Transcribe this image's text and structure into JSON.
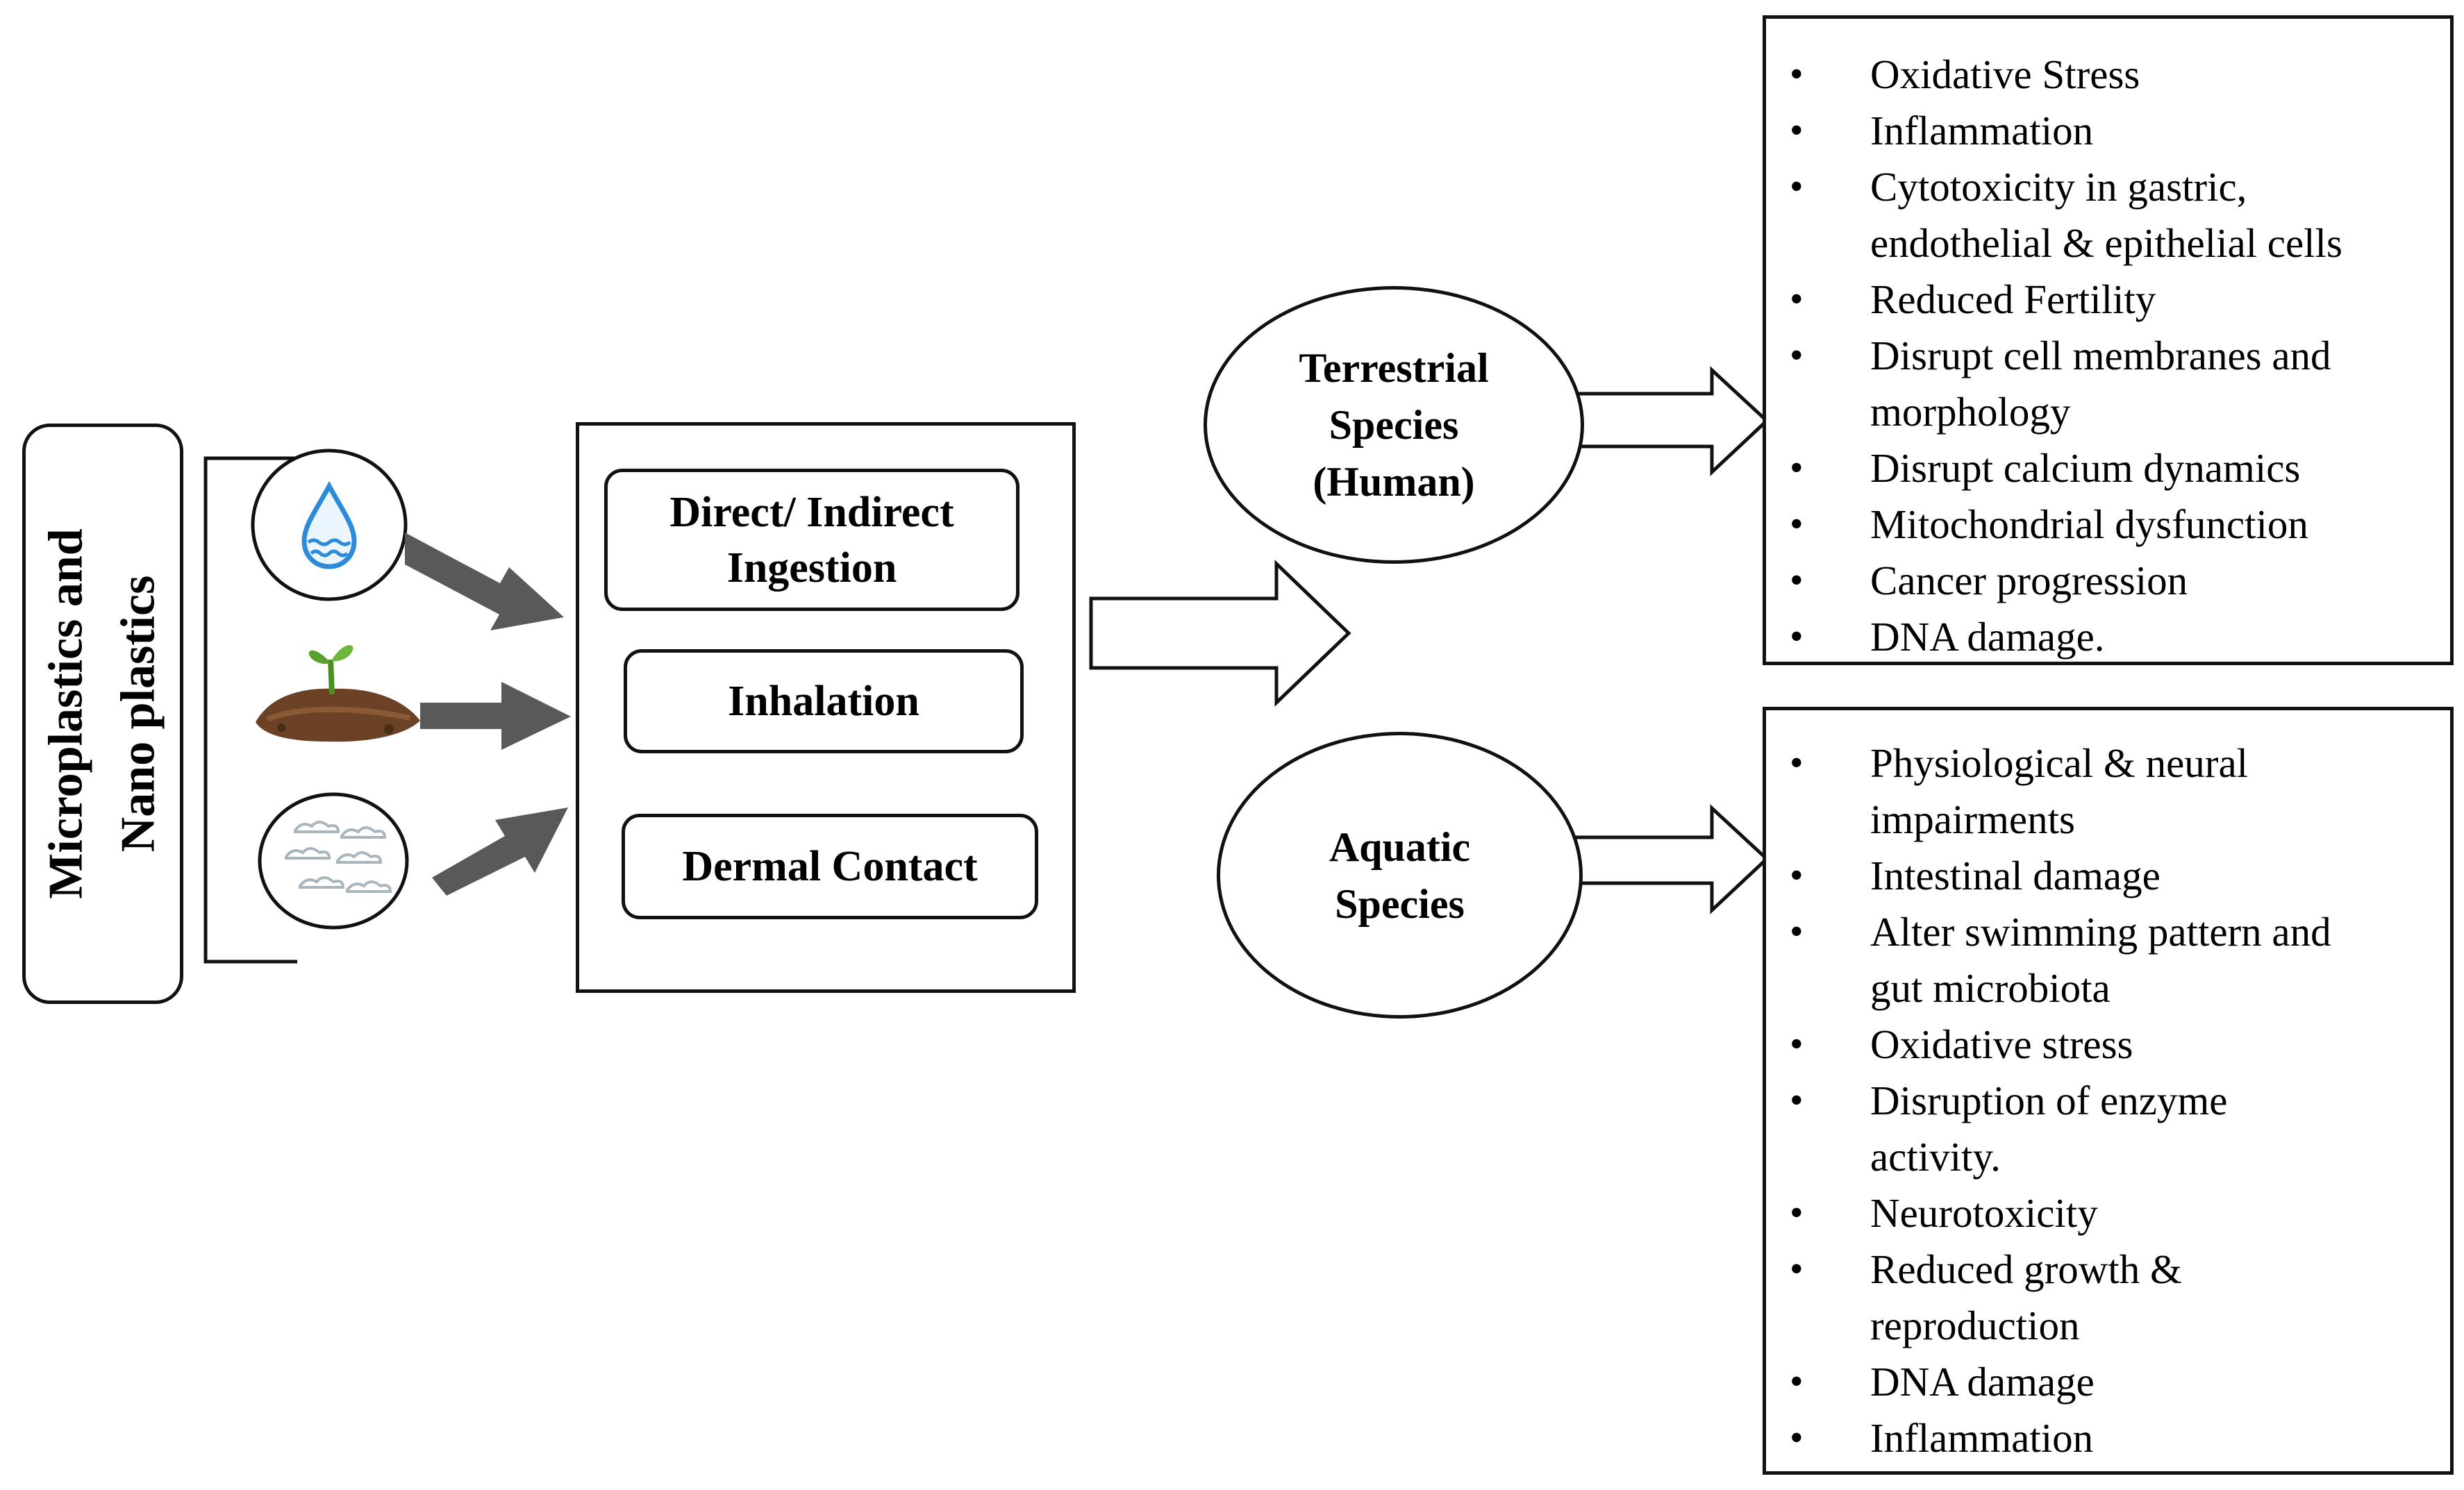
{
  "source_label": {
    "line1": "Microplastics and",
    "line2": "Nano plastics"
  },
  "sources": [
    {
      "icon": "water-drop-icon"
    },
    {
      "icon": "soil-seedling-icon"
    },
    {
      "icon": "air-cloud-icon"
    }
  ],
  "routes": {
    "ingestion_line1": "Direct/ Indirect",
    "ingestion_line2": "Ingestion",
    "inhalation": "Inhalation",
    "dermal": "Dermal Contact"
  },
  "terrestrial": {
    "line1": "Terrestrial",
    "line2": "Species",
    "line3": "(Human)",
    "effects": [
      "Oxidative Stress",
      "Inflammation",
      "Cytotoxicity in gastric,",
      "endothelial & epithelial cells",
      "Reduced Fertility",
      "Disrupt cell membranes and",
      "morphology",
      "Disrupt calcium dynamics",
      "Mitochondrial dysfunction",
      "Cancer progression",
      "DNA damage."
    ]
  },
  "aquatic": {
    "line1": "Aquatic",
    "line2": "Species",
    "effects": [
      "Physiological & neural",
      "impairments",
      "Intestinal damage",
      "Alter swimming pattern and",
      "gut microbiota",
      "Oxidative stress",
      "Disruption of enzyme",
      "activity.",
      "Neurotoxicity",
      "Reduced growth &",
      "reproduction",
      "DNA damage",
      "Inflammation"
    ]
  },
  "colors": {
    "arrow_fill": "#595959",
    "stroke": "#111111",
    "water": "#2e8bd8",
    "soil": "#6b4226",
    "leaf": "#5aa02c",
    "cloud": "#c9d3d8"
  }
}
